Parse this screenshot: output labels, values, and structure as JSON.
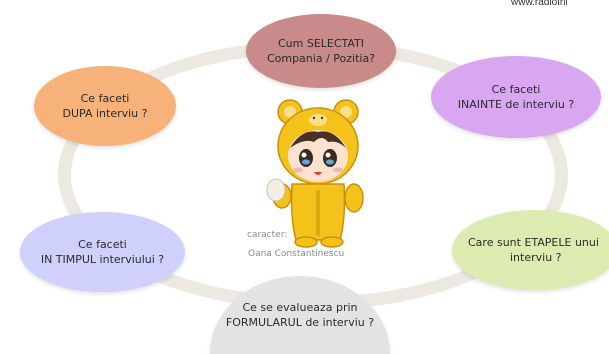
{
  "watermark": "www.radiofrii",
  "nodes": {
    "selectati": {
      "line1": "Cum SELECTATI",
      "line2": "Compania / Pozitia?",
      "color": "#c98a8a"
    },
    "inainte": {
      "line1": "Ce faceti",
      "line2": "INAINTE de interviu ?",
      "color": "#d9a6f2"
    },
    "etapele": {
      "line1": "Care sunt ETAPELE unui",
      "line2": "interviu ?",
      "color": "#dcecb0"
    },
    "formularul": {
      "line1": "Ce se evalueaza prin",
      "line2": "FORMULARUL de interviu ?",
      "color": "#e3e3e3"
    },
    "timpul": {
      "line1": "Ce faceti",
      "line2": "IN TIMPUL interviului ?",
      "color": "#cfd0fb"
    },
    "dupa": {
      "line1": "Ce faceti",
      "line2": "DUPA interviu ?",
      "color": "#f7b27a"
    }
  },
  "character": {
    "label": "caracter:",
    "author": "Oana Constantinescu",
    "icon": "bear-costume-character-icon",
    "colors": {
      "costume": "#f5c21b",
      "face": "#fde3cf",
      "hair": "#4a3226"
    }
  }
}
